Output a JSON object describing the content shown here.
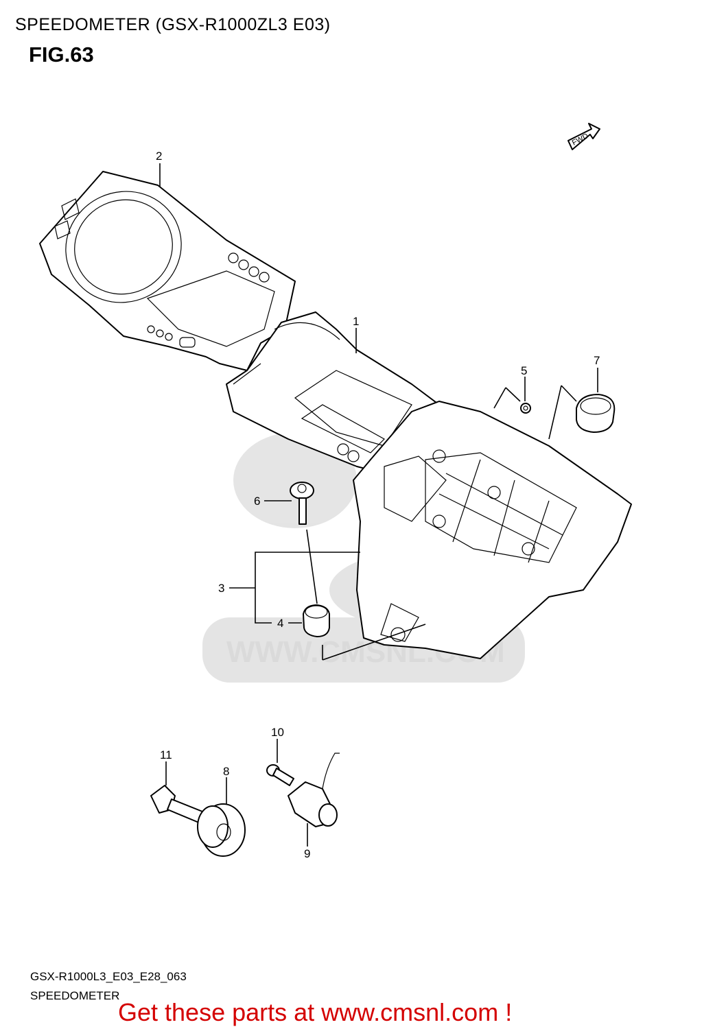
{
  "header": {
    "title": "SPEEDOMETER (GSX-R1000ZL3 E03)",
    "figure": "FIG.63"
  },
  "footer": {
    "code": "GSX-R1000L3_E03_E28_063",
    "subtitle": "SPEEDOMETER",
    "promo": "Get these parts at www.cmsnl.com !"
  },
  "watermark": {
    "text": "WWW.CMSNL.COM"
  },
  "direction_label": "FWD",
  "callouts": [
    "1",
    "2",
    "3",
    "4",
    "5",
    "6",
    "7",
    "8",
    "9",
    "10",
    "11"
  ]
}
